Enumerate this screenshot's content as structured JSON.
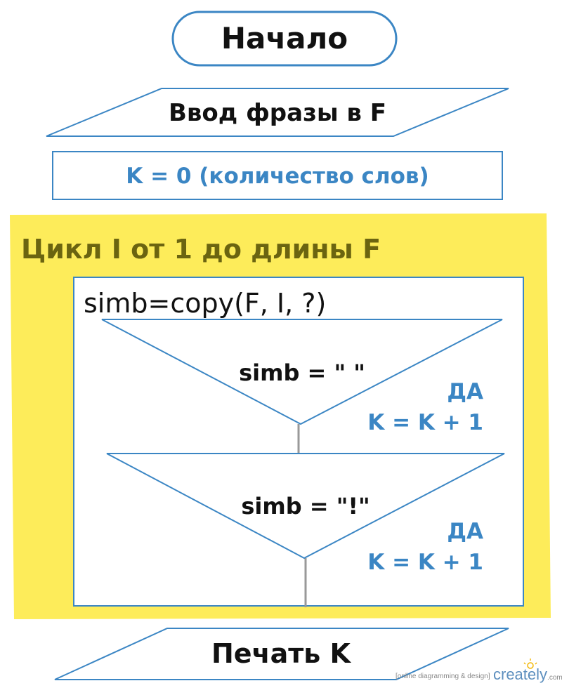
{
  "diagram": {
    "start": "Начало",
    "input": "Ввод фразы в F",
    "init": "K =  0 (количество слов)",
    "loop_label": "Цикл I от 1 до длины F",
    "assign": "simb=copy(F, I, ?)",
    "decision1": {
      "condition": "simb = \" \"",
      "yes_label": "ДА",
      "action": "K = K + 1"
    },
    "decision2": {
      "condition": "simb = \"!\"",
      "yes_label": "ДА",
      "action": "K = K + 1"
    },
    "output": "Печать K"
  },
  "watermark": {
    "tagline": "[online diagramming & design]",
    "brand": "creately",
    "domain": ".com"
  },
  "colors": {
    "stroke": "#3b86c4",
    "loop_fill": "#fdec5a",
    "connector": "#999999",
    "text_dark": "#111111",
    "text_blue": "#3b86c4",
    "text_loop": "#6b6410"
  }
}
